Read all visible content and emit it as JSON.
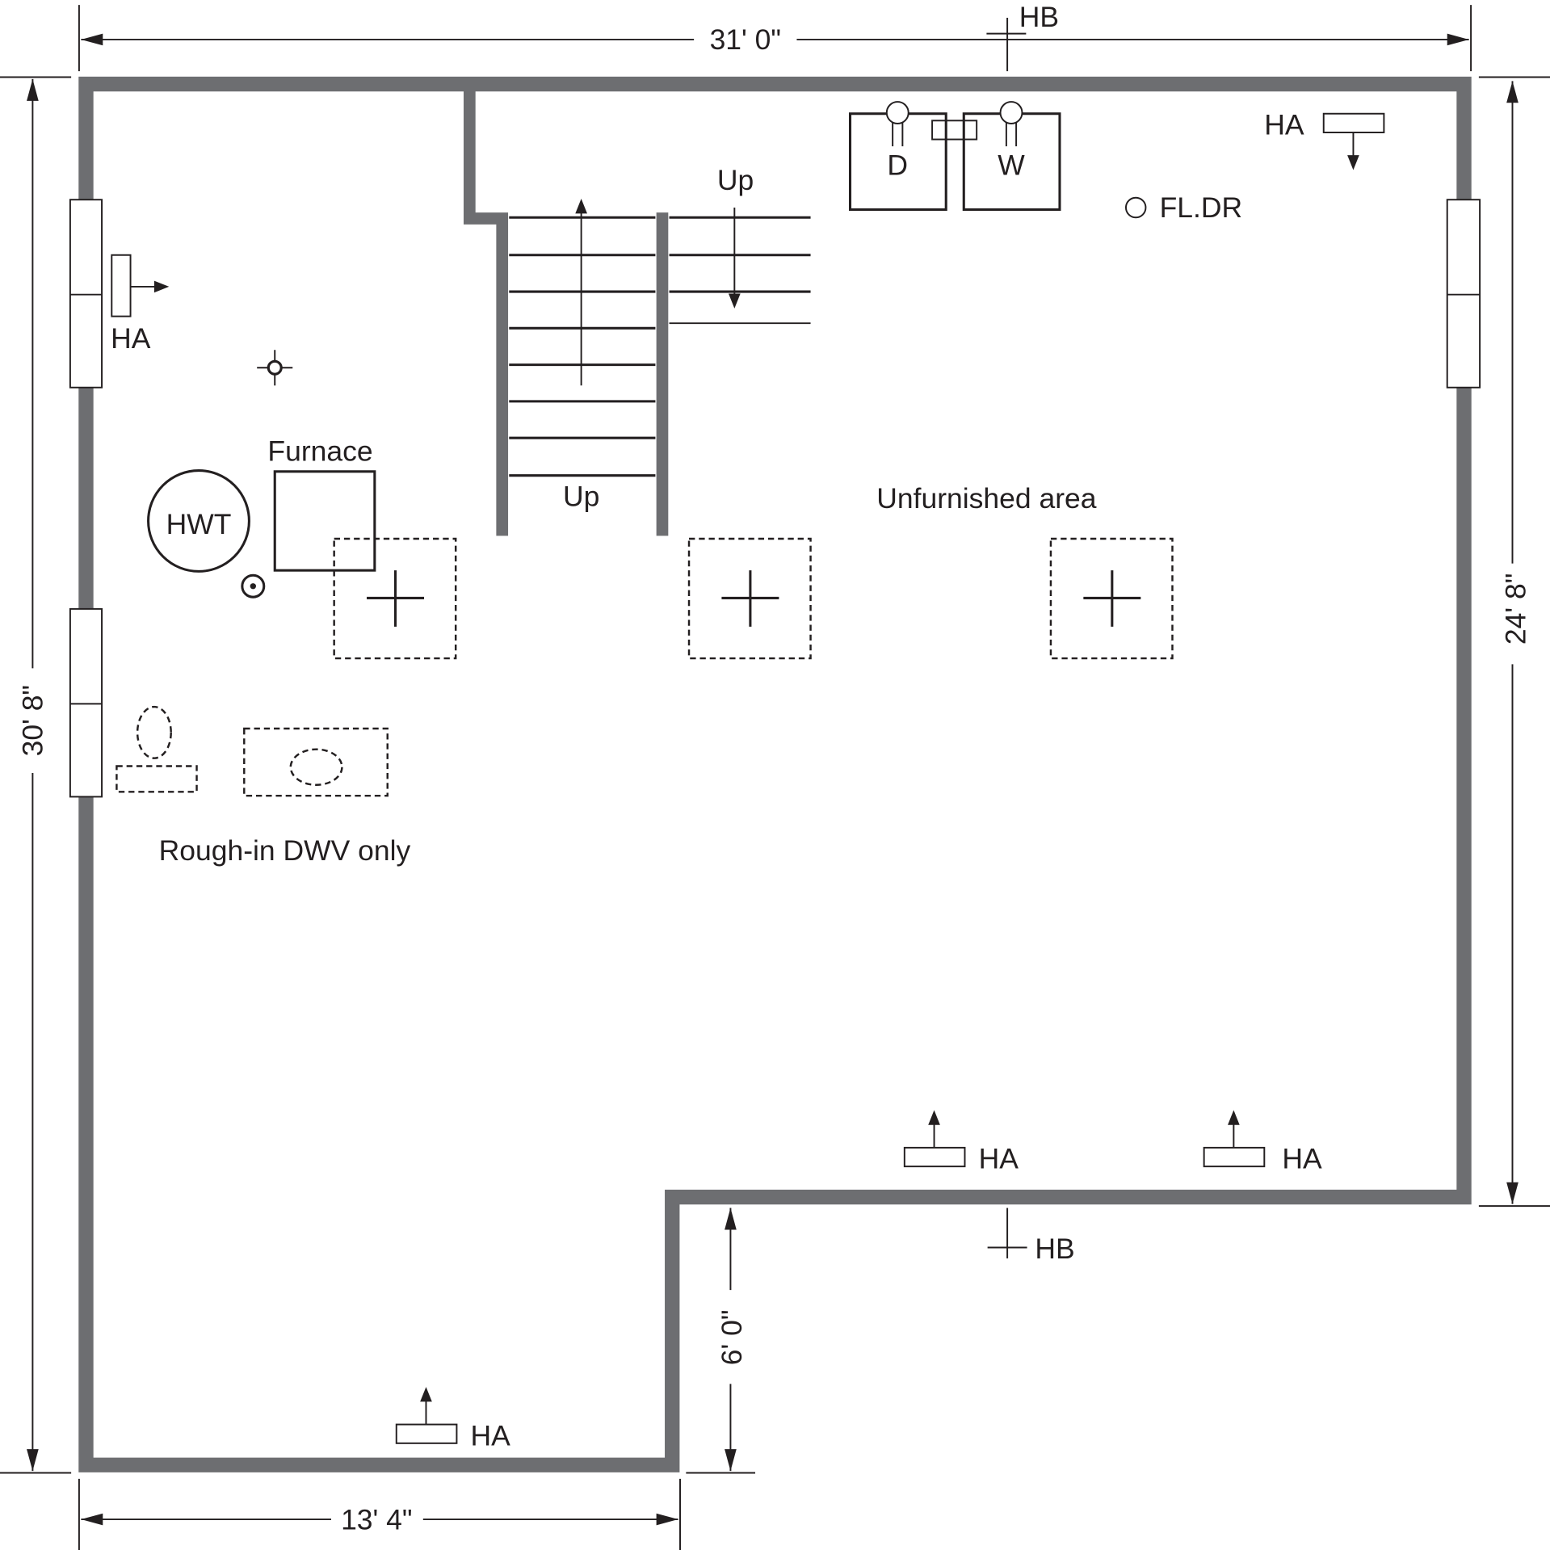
{
  "dimensions": {
    "top_width": "31' 0\"",
    "left_height": "30' 8\"",
    "right_height": "24' 8\"",
    "bottom_width": "13' 4\"",
    "jog_height": "6' 0\""
  },
  "labels": {
    "hose_bib": "HB",
    "heat_air": "HA",
    "dryer": "D",
    "washer": "W",
    "floor_drain": "FL.DR",
    "up": "Up",
    "furnace": "Furnace",
    "hot_water_tank": "HWT",
    "unfurnished": "Unfurnished area",
    "rough_in": "Rough-in DWV only"
  },
  "colors": {
    "wall": "#6d6e71",
    "line": "#231f20"
  }
}
